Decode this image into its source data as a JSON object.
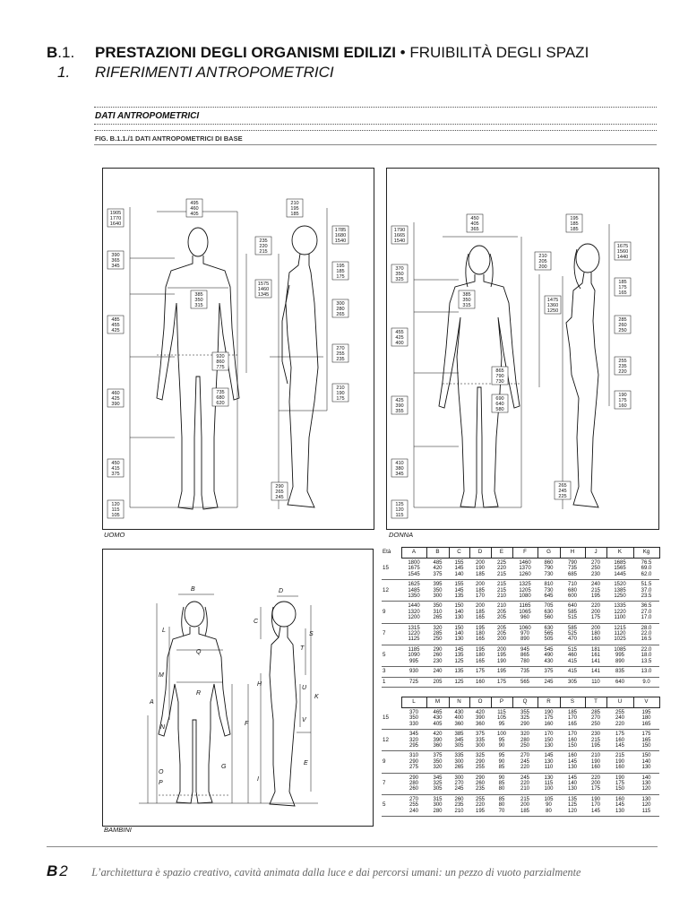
{
  "header": {
    "section_letter": "B",
    "section_number": ".1.",
    "title": "PRESTAZIONI DEGLI ORGANISMI EDILIZI",
    "separator": "•",
    "subtitle": "FRUIBILITÀ DEGLI SPAZI",
    "sub_number": "1.",
    "sub_title": "RIFERIMENTI ANTROPOMETRICI"
  },
  "section_label": "DATI ANTROPOMETRICI",
  "figure_label": "FIG. B.1.1./1 DATI ANTROPOMETRICI DI BASE",
  "panels": {
    "uomo": {
      "caption": "UOMO",
      "dims": {
        "height": "1905\n1770\n1640",
        "shoulder_w": "495\n460\n405",
        "head": "210\n195\n185",
        "eye": "1785\n1680\n1540",
        "neck": "235\n220\n215",
        "chest_w": "385\n350\n315",
        "torso": "390\n365\n345",
        "trunk": "485\n455\n425",
        "shoulder_h": "1575\n1460\n1345",
        "depth": "195\n185\n175",
        "waist_d": "300\n280\n265",
        "hip_d": "270\n255\n235",
        "hand": "920\n860\n775",
        "thigh": "460\n425\n390",
        "crotch": "735\n680\n620",
        "leg_d": "210\n190\n175",
        "shin": "450\n415\n375",
        "foot": "290\n265\n245",
        "ankle": "120\n115\n105"
      }
    },
    "donna": {
      "caption": "DONNA",
      "dims": {
        "height": "1790\n1665\n1540",
        "shoulder_w": "450\n405\n365",
        "head": "195\n185\n185",
        "eye": "1675\n1560\n1440",
        "neck": "210\n205\n200",
        "torso": "370\n350\n325",
        "chest_w": "385\n350\n315",
        "depth": "185\n175\n165",
        "shoulder_h": "1475\n1360\n1250",
        "waist_d": "285\n260\n250",
        "trunk": "455\n425\n400",
        "hand": "865\n790\n730",
        "hip_d": "255\n235\n220",
        "thigh": "425\n390\n355",
        "crotch": "690\n640\n580",
        "leg_d": "190\n175\n160",
        "shin": "410\n380\n345",
        "foot": "265\n245\n225",
        "ankle": "125\n120\n115"
      }
    },
    "bambini": {
      "caption": "BAMBINI",
      "letters": [
        "B",
        "C",
        "D",
        "E",
        "A",
        "F",
        "G",
        "H",
        "I",
        "K",
        "L",
        "M",
        "N",
        "O",
        "P",
        "Q",
        "R",
        "S",
        "T",
        "U",
        "V"
      ]
    }
  },
  "table": {
    "header1": [
      "Età",
      "A",
      "B",
      "C",
      "D",
      "E",
      "F",
      "G",
      "H",
      "J",
      "K",
      "Kg"
    ],
    "rows1": [
      {
        "age": "15",
        "cells": [
          "1800\n1675\n1545",
          "485\n420\n375",
          "155\n145\n140",
          "200\n190\n185",
          "225\n220\n215",
          "1460\n1370\n1260",
          "860\n790\n730",
          "790\n735\n685",
          "270\n250\n230",
          "1685\n1565\n1445",
          "76.5\n69.0\n62.0"
        ]
      },
      {
        "age": "12",
        "cells": [
          "1625\n1485\n1350",
          "395\n350\n300",
          "155\n145\n135",
          "200\n185\n170",
          "215\n215\n210",
          "1325\n1205\n1080",
          "810\n730\n645",
          "710\n680\n600",
          "240\n215\n195",
          "1520\n1385\n1250",
          "51.5\n37.0\n23.5"
        ]
      },
      {
        "age": "9",
        "cells": [
          "1440\n1320\n1200",
          "350\n310\n265",
          "150\n140\n130",
          "200\n185\n165",
          "210\n205\n205",
          "1165\n1065\n960",
          "705\n630\n560",
          "640\n585\n515",
          "220\n200\n175",
          "1335\n1220\n1100",
          "36.5\n27.0\n17.0"
        ]
      },
      {
        "age": "7",
        "cells": [
          "1315\n1220\n1125",
          "320\n285\n250",
          "150\n140\n130",
          "195\n180\n165",
          "205\n205\n200",
          "1060\n970\n890",
          "630\n565\n505",
          "585\n525\n470",
          "200\n180\n160",
          "1215\n1120\n1025",
          "28.0\n22.0\n16.5"
        ]
      },
      {
        "age": "5",
        "cells": [
          "1185\n1090\n995",
          "290\n260\n230",
          "145\n135\n125",
          "195\n180\n165",
          "200\n195\n190",
          "945\n865\n780",
          "545\n490\n430",
          "515\n460\n415",
          "181\n161\n141",
          "1085\n995\n890",
          "22.0\n18.0\n13.5"
        ]
      },
      {
        "age": "3",
        "cells": [
          "930",
          "240",
          "135",
          "175",
          "195",
          "735",
          "375",
          "415",
          "141",
          "835",
          "13.0"
        ]
      },
      {
        "age": "1",
        "cells": [
          "725",
          "205",
          "125",
          "160",
          "175",
          "565",
          "245",
          "305",
          "110",
          "640",
          "9.0"
        ]
      }
    ],
    "header2": [
      "",
      "L",
      "M",
      "N",
      "O",
      "P",
      "Q",
      "R",
      "S",
      "T",
      "U",
      "V"
    ],
    "rows2": [
      {
        "age": "15",
        "cells": [
          "370\n350\n330",
          "465\n430\n405",
          "430\n400\n360",
          "420\n390\n360",
          "115\n105\n95",
          "355\n325\n290",
          "190\n175\n160",
          "185\n170\n165",
          "285\n270\n250",
          "255\n240\n220",
          "195\n180\n165"
        ]
      },
      {
        "age": "12",
        "cells": [
          "345\n320\n295",
          "420\n390\n360",
          "385\n345\n305",
          "375\n335\n300",
          "100\n95\n90",
          "320\n280\n250",
          "170\n150\n130",
          "170\n160\n150",
          "230\n215\n195",
          "175\n160\n145",
          "175\n165\n150"
        ]
      },
      {
        "age": "9",
        "cells": [
          "310\n290\n275",
          "375\n350\n320",
          "335\n300\n265",
          "325\n290\n255",
          "95\n90\n85",
          "270\n245\n220",
          "145\n130\n110",
          "160\n145\n130",
          "210\n190\n160",
          "215\n190\n160",
          "150\n140\n130"
        ]
      },
      {
        "age": "7",
        "cells": [
          "290\n280\n260",
          "345\n325\n305",
          "300\n270\n245",
          "290\n260\n235",
          "90\n85\n80",
          "245\n220\n210",
          "130\n115\n100",
          "145\n140\n130",
          "220\n200\n175",
          "190\n175\n150",
          "140\n130\n120"
        ]
      },
      {
        "age": "5",
        "cells": [
          "270\n255\n240",
          "315\n300\n280",
          "260\n235\n210",
          "255\n220\n195",
          "85\n80\n70",
          "215\n200\n185",
          "105\n90\n80",
          "135\n125\n120",
          "190\n170\n145",
          "160\n145\n130",
          "130\n120\n115"
        ]
      }
    ]
  },
  "footer": {
    "page_letter": "B",
    "page_number": "2",
    "quote": "L’architettura è spazio creativo, cavità animata dalla luce e dai percorsi umani: un pezzo di vuoto parzialmente"
  }
}
